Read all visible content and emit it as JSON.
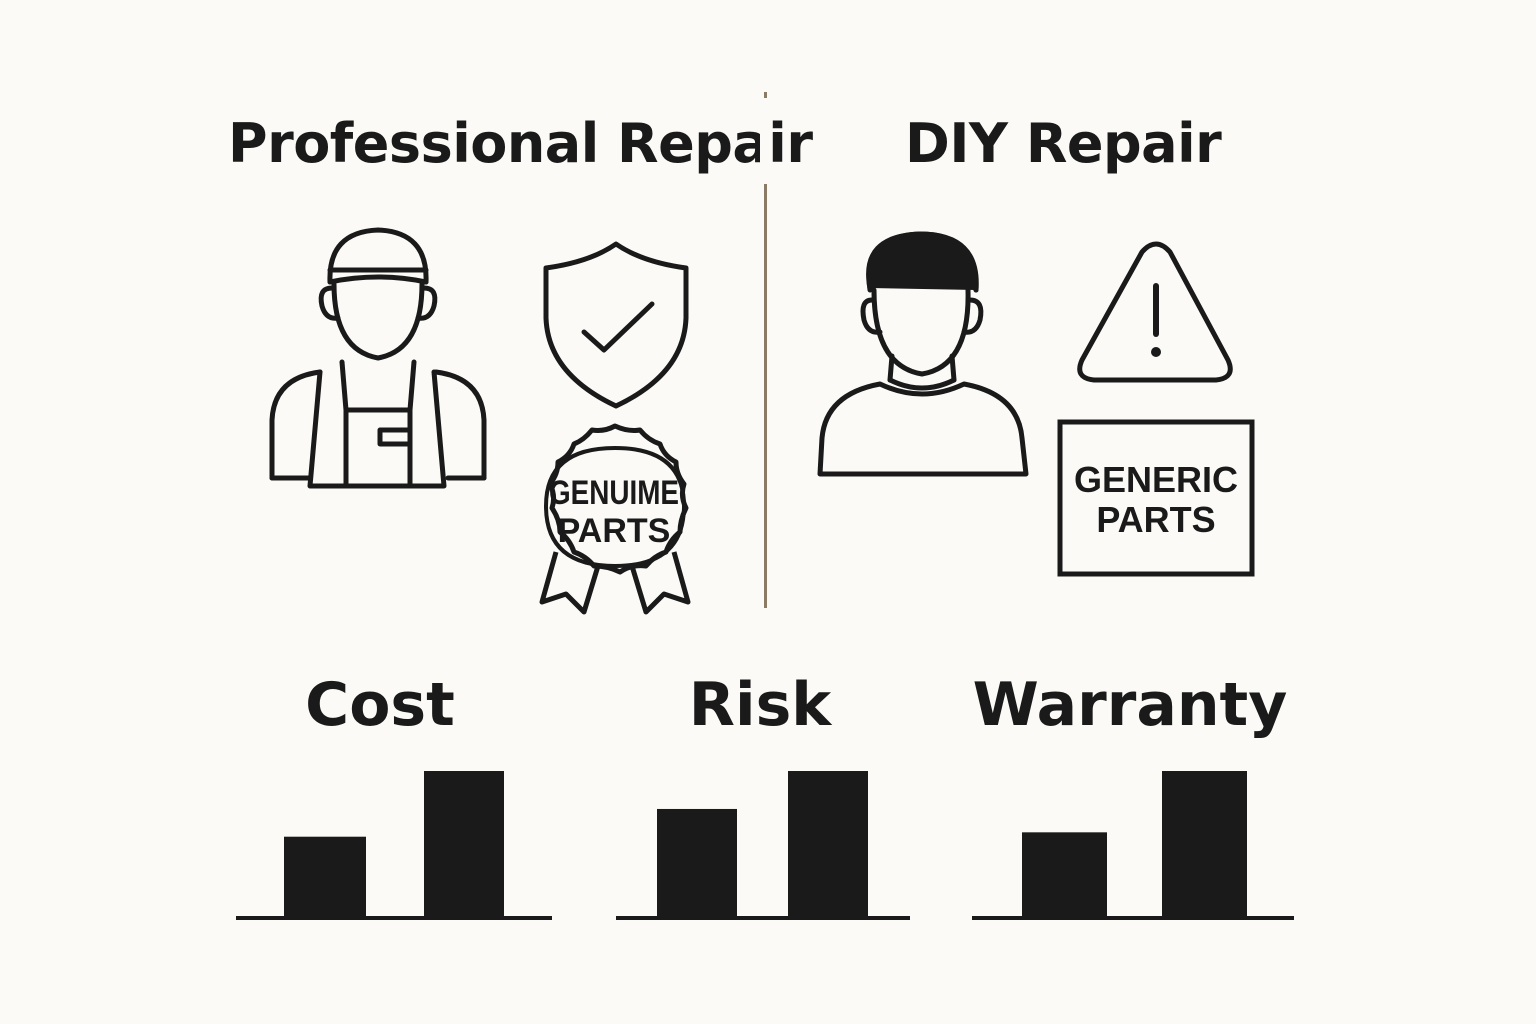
{
  "titles": {
    "professional": "Professional Repair",
    "diy": "DIY Repair"
  },
  "badges": {
    "genuine_line1": "GENUIME",
    "genuine_line2": "PARTS",
    "generic_line1": "GENERIC",
    "generic_line2": "PARTS"
  },
  "icons": [
    "technician-icon",
    "shield-check-icon",
    "genuine-parts-ribbon-icon",
    "person-icon",
    "warning-triangle-icon",
    "generic-parts-box-icon"
  ],
  "colors": {
    "ink": "#1a1a1a",
    "divider": "#8a7a66",
    "background": "#fbfaf7"
  },
  "chart_data": [
    {
      "type": "bar",
      "title": "Cost",
      "categories": [
        "",
        ""
      ],
      "values": [
        0.55,
        1.0
      ],
      "ylim": [
        0,
        1
      ]
    },
    {
      "type": "bar",
      "title": "Risk",
      "categories": [
        "",
        ""
      ],
      "values": [
        0.74,
        1.0
      ],
      "ylim": [
        0,
        1
      ]
    },
    {
      "type": "bar",
      "title": "Warranty",
      "categories": [
        "",
        ""
      ],
      "values": [
        0.58,
        1.0
      ],
      "ylim": [
        0,
        1
      ]
    }
  ]
}
